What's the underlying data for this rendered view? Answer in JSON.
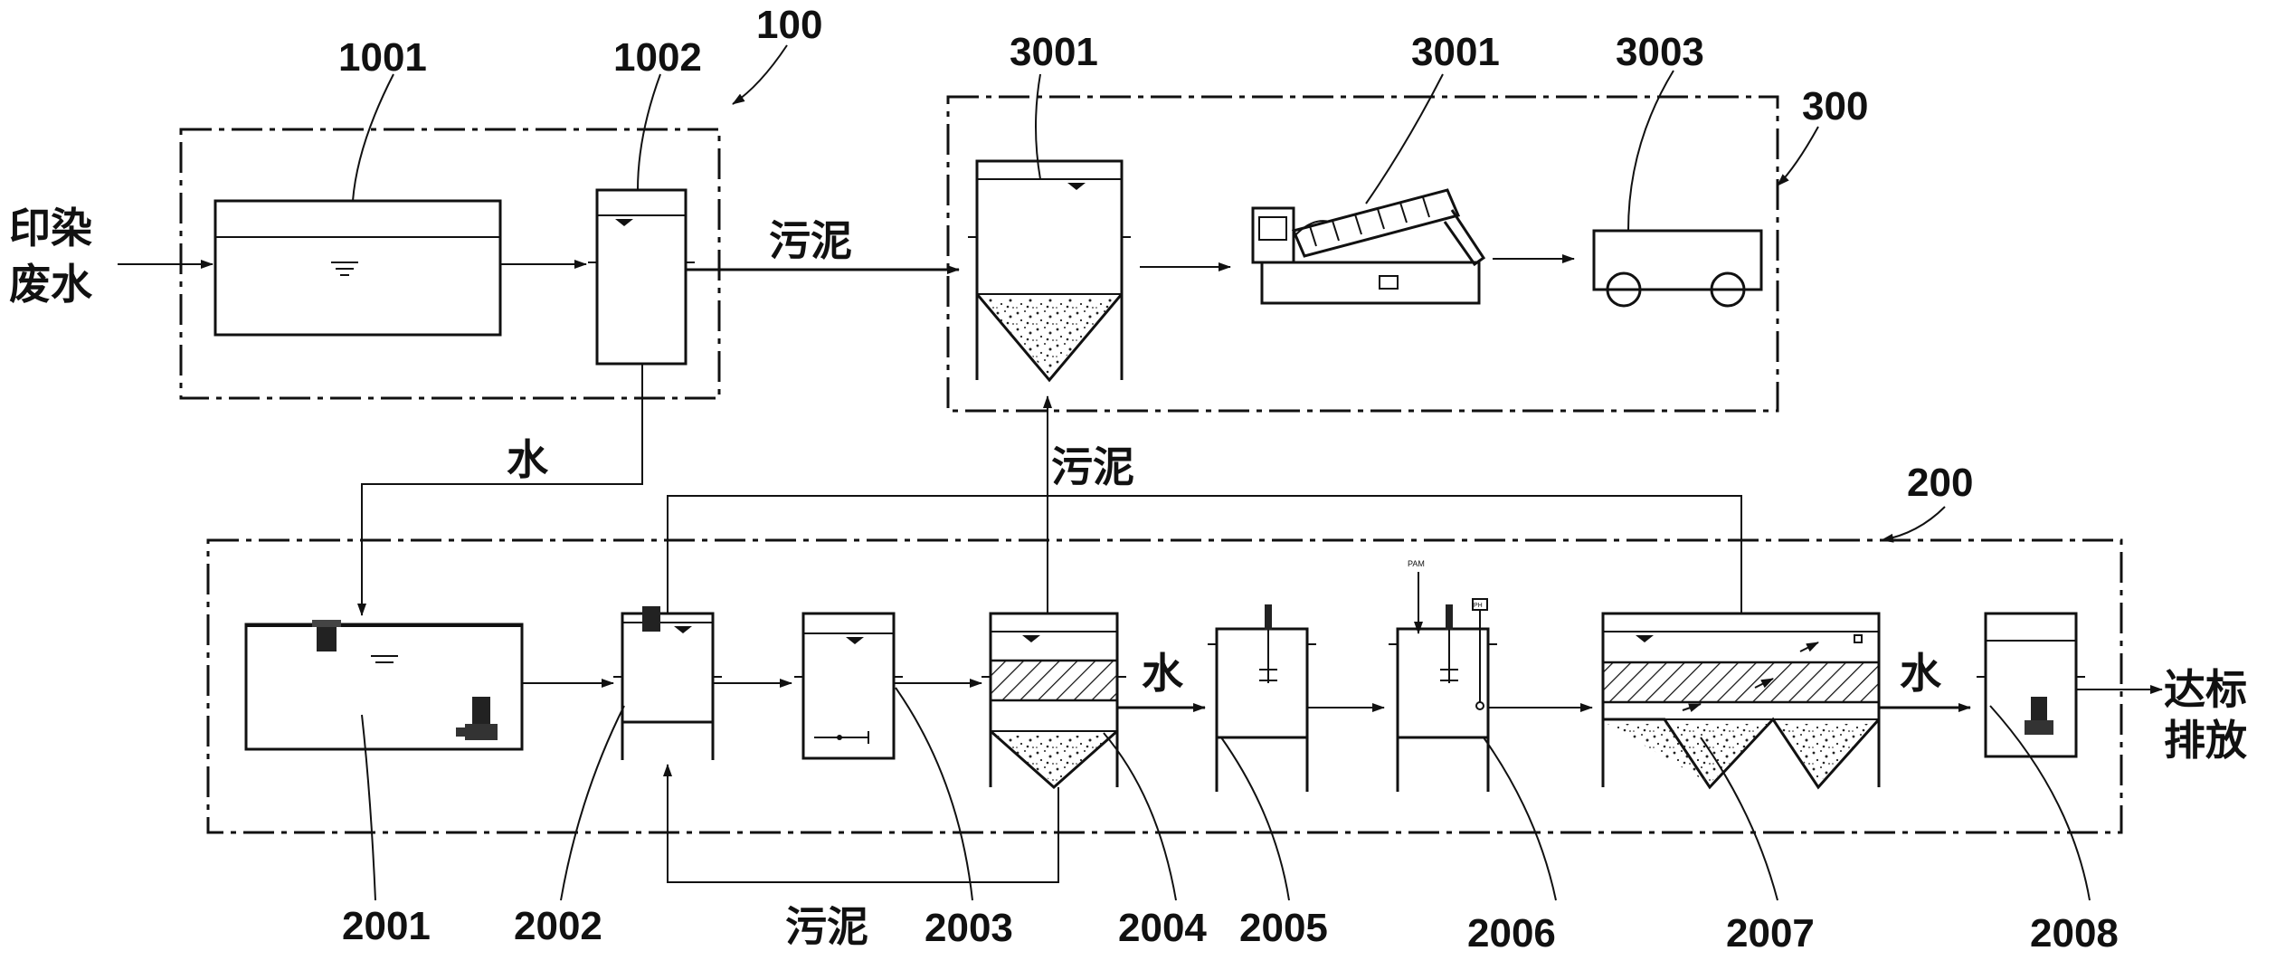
{
  "labels": {
    "group_100": "100",
    "group_200": "200",
    "group_300": "300",
    "r1001": "1001",
    "r1002": "1002",
    "r3001a": "3001",
    "r3001b": "3001",
    "r3003": "3003",
    "r2001": "2001",
    "r2002": "2002",
    "r2003": "2003",
    "r2004": "2004",
    "r2005": "2005",
    "r2006": "2006",
    "r2007": "2007",
    "r2008": "2008"
  },
  "flow": {
    "input_line1": "印染",
    "input_line2": "废水",
    "sludge_top": "污泥",
    "sludge_mid": "污泥",
    "sludge_bottom": "污泥",
    "water_1": "水",
    "water_2": "水",
    "water_3": "水",
    "output_line1": "达标",
    "output_line2": "排放",
    "pam": "PAM",
    "ph": "PH"
  }
}
